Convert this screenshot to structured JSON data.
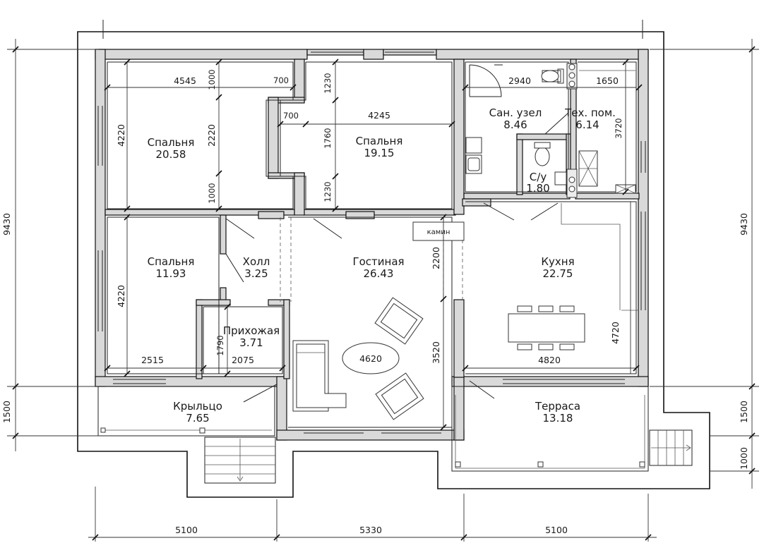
{
  "rooms": [
    {
      "id": "bedroom-1",
      "name": "Спальня",
      "area": "20.58"
    },
    {
      "id": "bedroom-2",
      "name": "Спальня",
      "area": "19.15"
    },
    {
      "id": "bathroom",
      "name": "Сан. узел",
      "area": "8.46"
    },
    {
      "id": "tech-room",
      "name": "Тех. пом.",
      "area": "6.14"
    },
    {
      "id": "wc",
      "name": "С/у",
      "area": "1.80"
    },
    {
      "id": "bedroom-3",
      "name": "Спальня",
      "area": "11.93"
    },
    {
      "id": "hall",
      "name": "Холл",
      "area": "3.25"
    },
    {
      "id": "living-room",
      "name": "Гостиная",
      "area": "26.43"
    },
    {
      "id": "kitchen",
      "name": "Кухня",
      "area": "22.75"
    },
    {
      "id": "entrance-hall",
      "name": "Прихожая",
      "area": "3.71"
    },
    {
      "id": "porch",
      "name": "Крыльцо",
      "area": "7.65"
    },
    {
      "id": "terrace",
      "name": "Терраса",
      "area": "13.18"
    }
  ],
  "labels": {
    "fireplace": "камин",
    "table": "4620"
  },
  "dims": {
    "b1_width": "4545",
    "b1_nook_top": "700",
    "b1_height": "4220",
    "b1_inner": "2220",
    "b1_top_offset": "1000",
    "b1_bottom_offset": "1000",
    "b2_nook": "700",
    "b2_width": "4245",
    "b2_top": "1230",
    "b2_mid": "1760",
    "b2_bottom": "1230",
    "bath_width": "2940",
    "tech_width": "1650",
    "tech_height": "3720",
    "b3_height": "4220",
    "b3_width": "2515",
    "entry_width": "2075",
    "entry_height": "1790",
    "living_upper": "2200",
    "living_lower": "3520",
    "kitchen_width": "4820",
    "kitchen_height": "4720",
    "overall_left": "9430",
    "overall_right": "9430",
    "porch_left": "1500",
    "porch_right": "1500",
    "steps_right": "1000",
    "bottom_1": "5100",
    "bottom_2": "5330",
    "bottom_3": "5100"
  }
}
